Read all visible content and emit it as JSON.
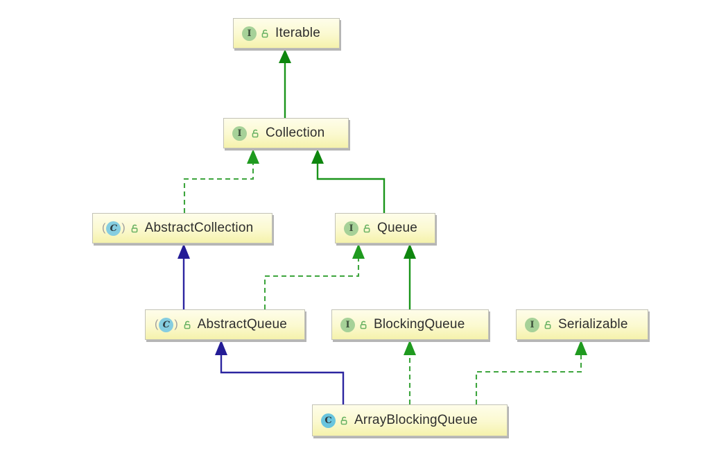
{
  "icons": {
    "interface_letter": "I",
    "class_letter": "C",
    "abstract_paren_open": "(",
    "abstract_paren_close": ")"
  },
  "nodes": [
    {
      "label": "Iterable",
      "type": "interface",
      "visibility": "public"
    },
    {
      "label": "Collection",
      "type": "interface",
      "visibility": "public"
    },
    {
      "label": "AbstractCollection",
      "type": "abstract-class",
      "visibility": "public"
    },
    {
      "label": "Queue",
      "type": "interface",
      "visibility": "public"
    },
    {
      "label": "AbstractQueue",
      "type": "abstract-class",
      "visibility": "public"
    },
    {
      "label": "BlockingQueue",
      "type": "interface",
      "visibility": "public"
    },
    {
      "label": "Serializable",
      "type": "interface",
      "visibility": "public"
    },
    {
      "label": "ArrayBlockingQueue",
      "type": "class",
      "visibility": "public"
    }
  ],
  "edges": [
    {
      "from": "Collection",
      "to": "Iterable",
      "relation": "extends",
      "line": "solid",
      "color": "#1a941a"
    },
    {
      "from": "AbstractCollection",
      "to": "Collection",
      "relation": "implements",
      "line": "dashed",
      "color": "#3da53d"
    },
    {
      "from": "Queue",
      "to": "Collection",
      "relation": "extends",
      "line": "solid",
      "color": "#1a941a"
    },
    {
      "from": "AbstractQueue",
      "to": "AbstractCollection",
      "relation": "extends",
      "line": "solid",
      "color": "#2c25a0"
    },
    {
      "from": "AbstractQueue",
      "to": "Queue",
      "relation": "implements",
      "line": "dashed",
      "color": "#3da53d"
    },
    {
      "from": "BlockingQueue",
      "to": "Queue",
      "relation": "extends",
      "line": "solid",
      "color": "#1a941a"
    },
    {
      "from": "ArrayBlockingQueue",
      "to": "AbstractQueue",
      "relation": "extends",
      "line": "solid",
      "color": "#2c25a0"
    },
    {
      "from": "ArrayBlockingQueue",
      "to": "BlockingQueue",
      "relation": "implements",
      "line": "dashed",
      "color": "#3da53d"
    },
    {
      "from": "ArrayBlockingQueue",
      "to": "Serializable",
      "relation": "implements",
      "line": "dashed",
      "color": "#3da53d"
    }
  ],
  "colors": {
    "node_fill_top": "#fefdea",
    "node_fill_bottom": "#f5f2ab",
    "node_border": "#c2c2b6",
    "extends_interface_green": "#1a941a",
    "implements_green": "#3da53d",
    "extends_class_blue": "#2c25a0",
    "interface_icon_green": "#a6d198",
    "class_icon_blue": "#69c5de",
    "lock_green": "#6ab264",
    "background": "#ffffff"
  }
}
